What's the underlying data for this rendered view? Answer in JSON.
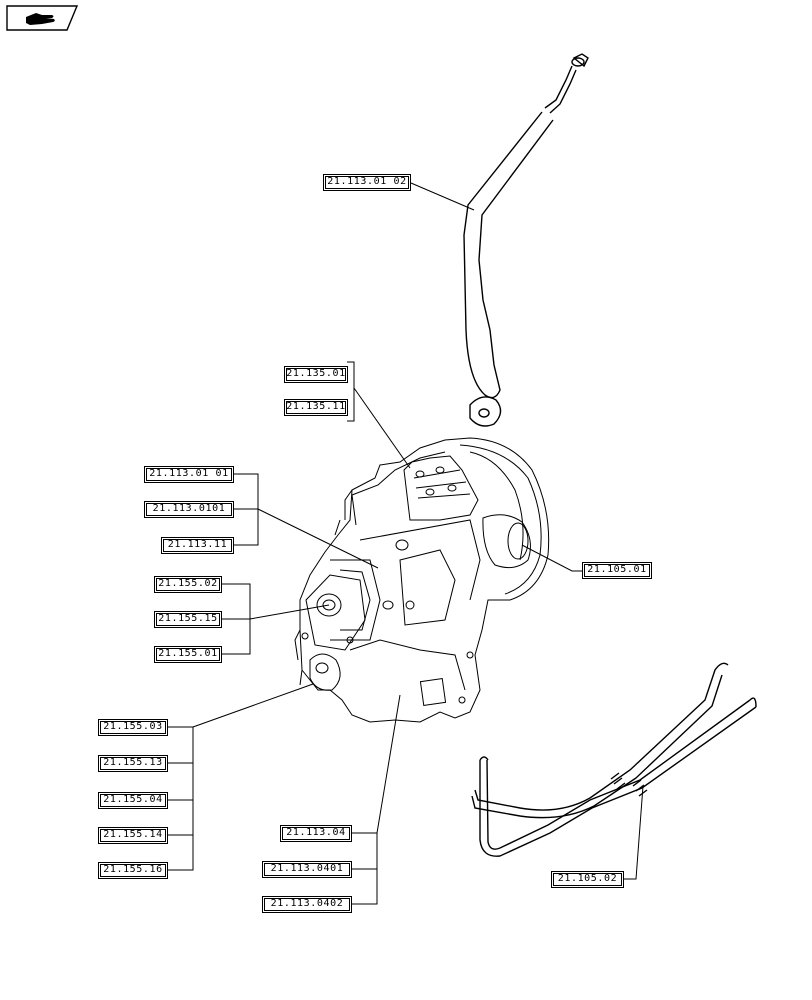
{
  "references": {
    "r_113_01_02": "21.113.01 02",
    "r_135_01": "21.135.01",
    "r_135_11": "21.135.11",
    "r_113_01_01": "21.113.01 01",
    "r_113_0101": "21.113.0101",
    "r_113_11": "21.113.11",
    "r_155_02": "21.155.02",
    "r_155_15": "21.155.15",
    "r_155_01": "21.155.01",
    "r_105_01": "21.105.01",
    "r_155_03": "21.155.03",
    "r_155_13": "21.155.13",
    "r_155_04": "21.155.04",
    "r_155_14": "21.155.14",
    "r_155_16": "21.155.16",
    "r_113_04": "21.113.04",
    "r_113_0401": "21.113.0401",
    "r_113_0402": "21.113.0402",
    "r_105_02": "21.105.02"
  },
  "icons": {
    "nav": "hand-pointing-icon"
  }
}
